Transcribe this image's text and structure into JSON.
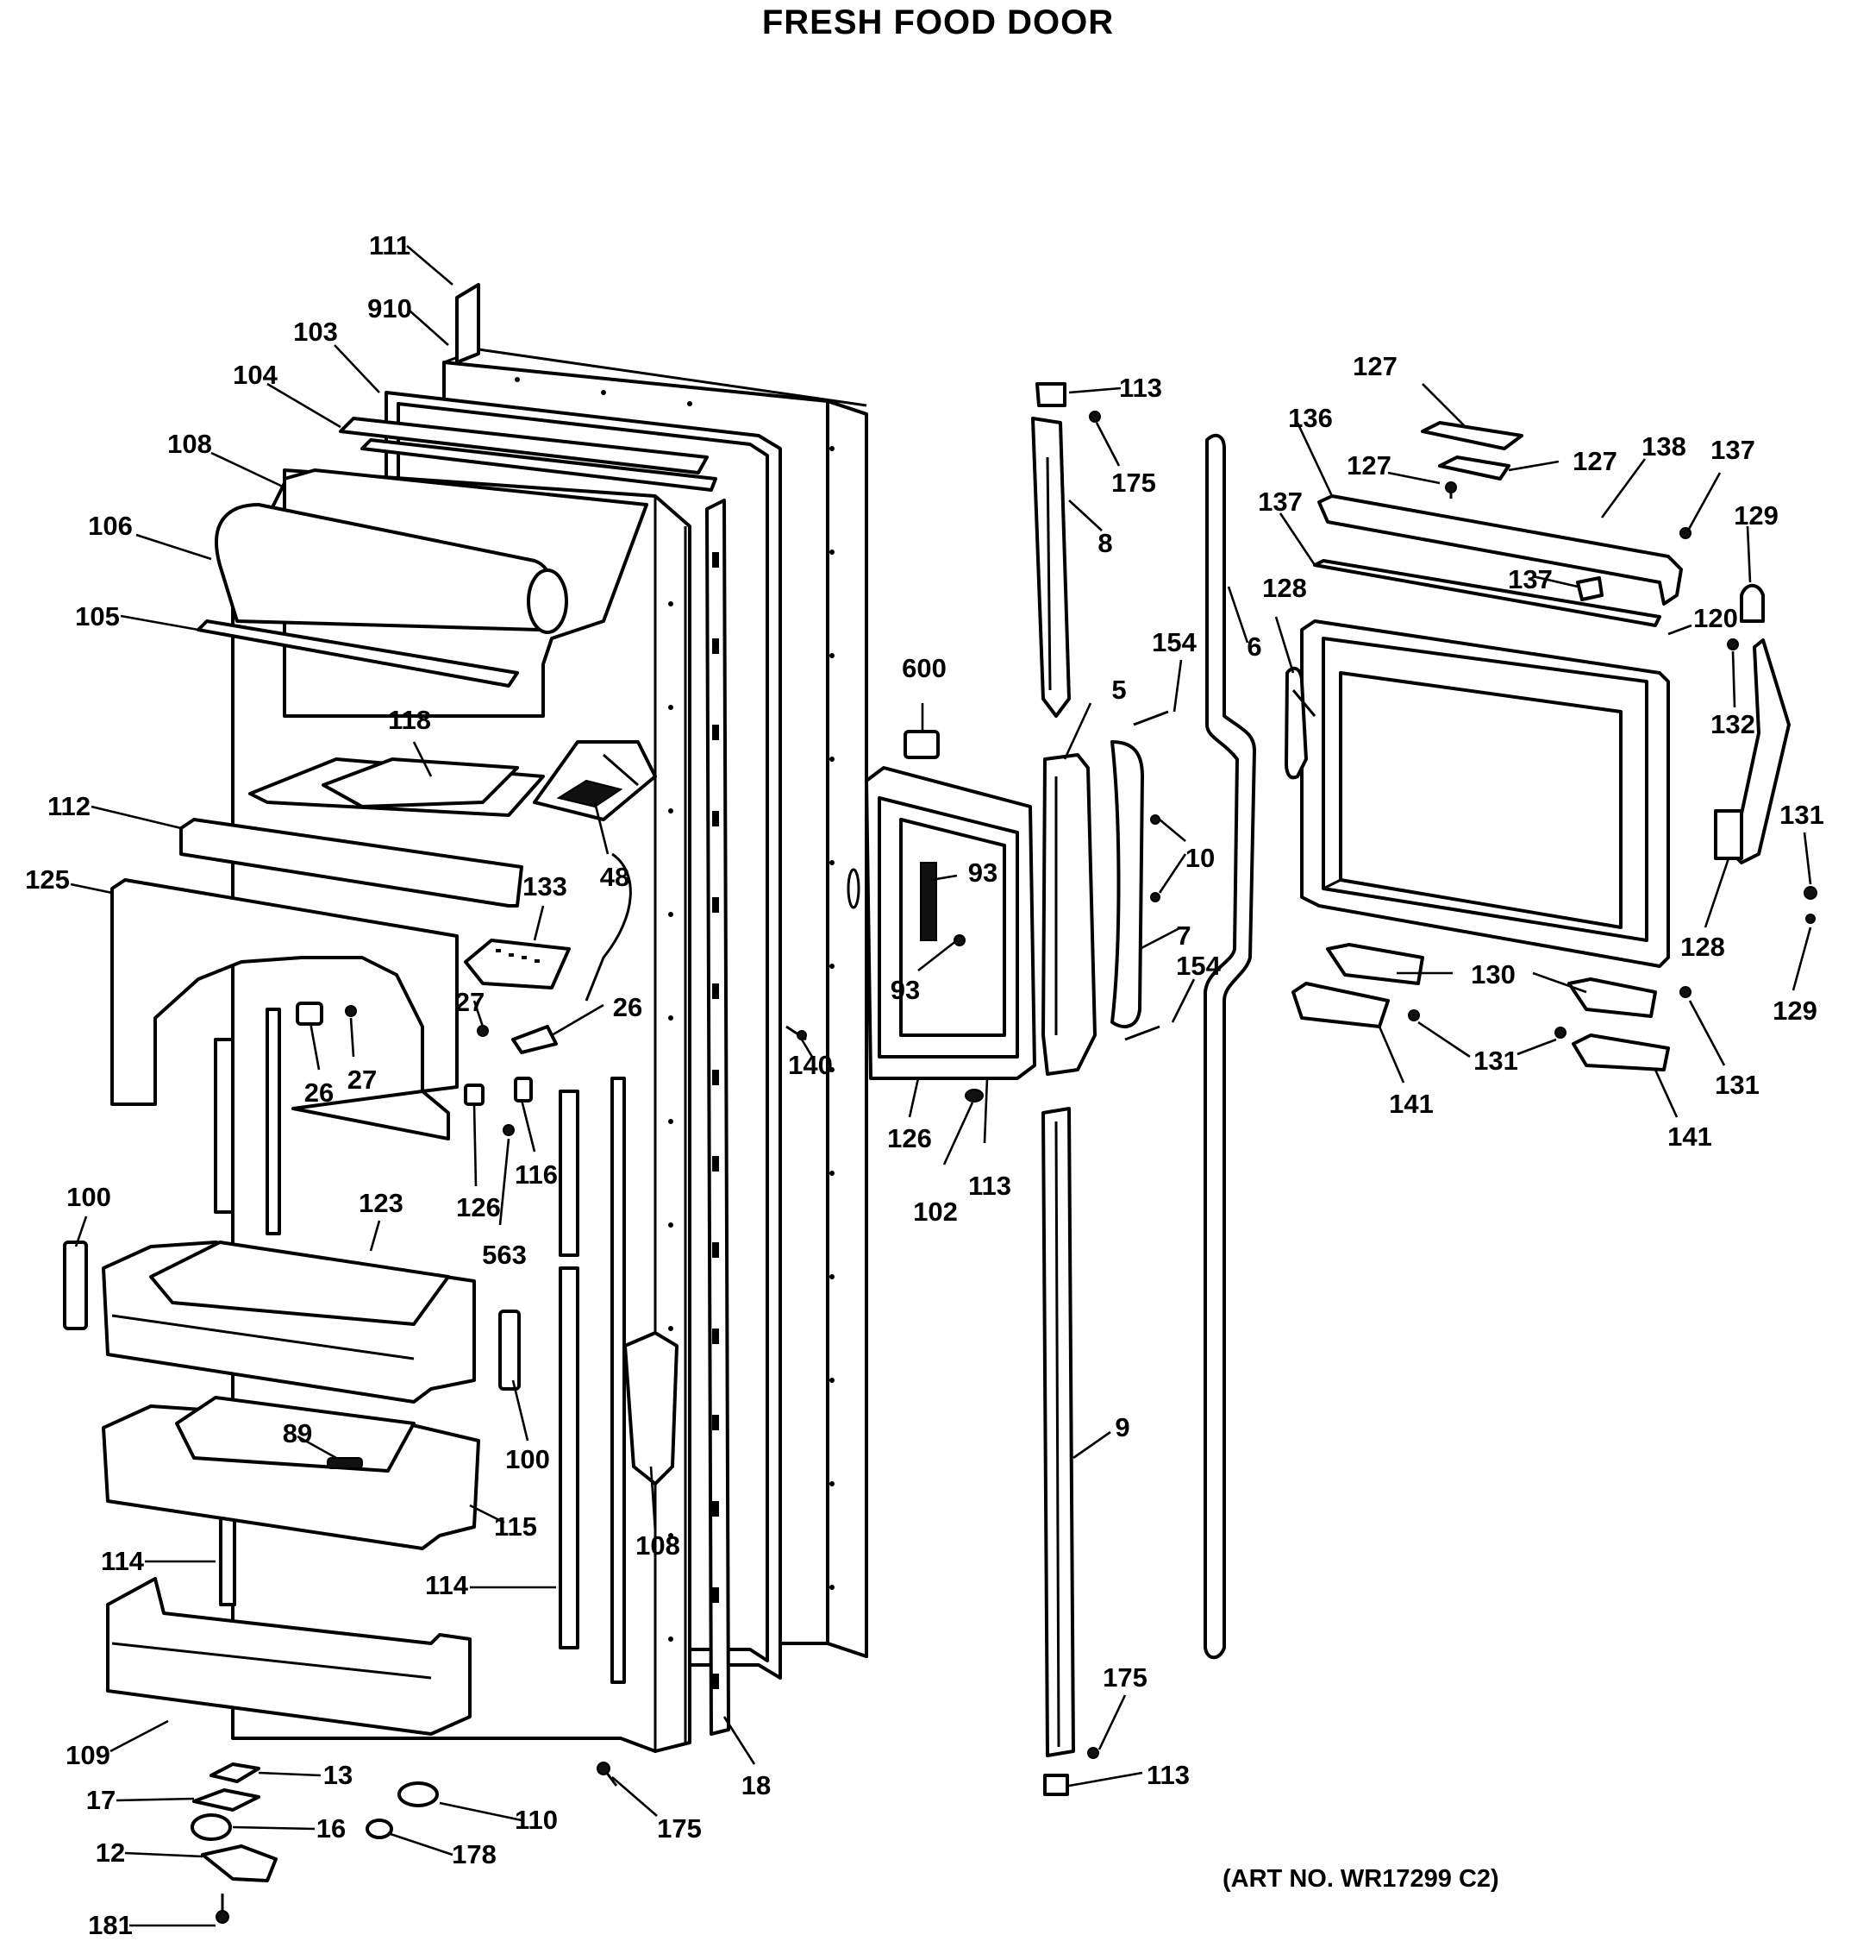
{
  "title": "FRESH FOOD DOOR",
  "art_number": "(ART NO. WR17299 C2)",
  "callouts": [
    "111",
    "910",
    "103",
    "104",
    "108",
    "106",
    "105",
    "118",
    "112",
    "48",
    "125",
    "133",
    "27",
    "26",
    "26",
    "27",
    "100",
    "123",
    "126",
    "116",
    "563",
    "89",
    "100",
    "115",
    "114",
    "114",
    "108",
    "109",
    "13",
    "17",
    "16",
    "12",
    "181",
    "110",
    "178",
    "175",
    "18",
    "600",
    "93",
    "93",
    "140",
    "126",
    "102",
    "113",
    "113",
    "175",
    "8",
    "5",
    "154",
    "10",
    "7",
    "154",
    "6",
    "9",
    "175",
    "113",
    "127",
    "136",
    "127",
    "127",
    "138",
    "137",
    "137",
    "129",
    "137",
    "128",
    "120",
    "132",
    "131",
    "128",
    "129",
    "130",
    "131",
    "131",
    "131",
    "141",
    "141"
  ]
}
